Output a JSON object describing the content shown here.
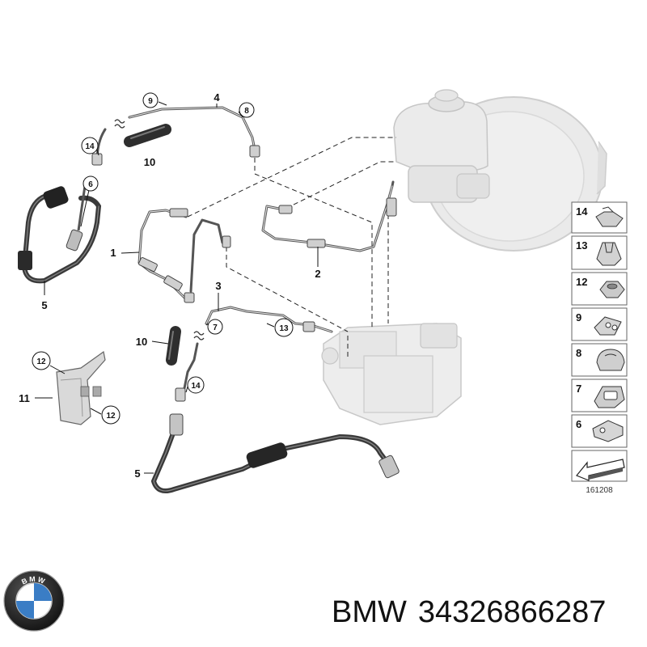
{
  "diagram": {
    "callouts": {
      "c9_top": "9",
      "c4": "4",
      "c8_top": "8",
      "c14_top": "14",
      "c10_top": "10",
      "c6": "6",
      "c5_left": "5",
      "c1": "1",
      "c2": "2",
      "c3": "3",
      "c7": "7",
      "c13": "13",
      "c10_mid": "10",
      "c14_mid": "14",
      "c12_a": "12",
      "c11": "11",
      "c12_b": "12",
      "c5_bottom": "5"
    },
    "legend": {
      "items": [
        {
          "label": "14",
          "icon": "clip-14-icon"
        },
        {
          "label": "13",
          "icon": "clip-13-icon"
        },
        {
          "label": "12",
          "icon": "hex-nut-icon"
        },
        {
          "label": "9",
          "icon": "clip-9-icon"
        },
        {
          "label": "8",
          "icon": "clip-8-icon"
        },
        {
          "label": "7",
          "icon": "clip-7-icon"
        },
        {
          "label": "6",
          "icon": "bracket-clip-icon"
        }
      ],
      "reference_number": "161208"
    }
  },
  "footer": {
    "brand": "BMW",
    "part_number": "34326866287",
    "logo_letters": "BMW"
  }
}
